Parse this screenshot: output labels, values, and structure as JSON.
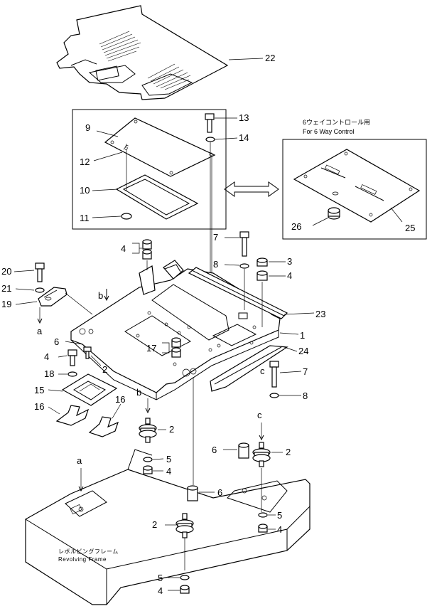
{
  "diagram": {
    "callouts": [
      {
        "id": "c22",
        "text": "22"
      },
      {
        "id": "c9",
        "text": "9"
      },
      {
        "id": "c12",
        "text": "12"
      },
      {
        "id": "c10",
        "text": "10"
      },
      {
        "id": "c11",
        "text": "11"
      },
      {
        "id": "c13",
        "text": "13"
      },
      {
        "id": "c14",
        "text": "14"
      },
      {
        "id": "c26",
        "text": "26"
      },
      {
        "id": "c25",
        "text": "25"
      },
      {
        "id": "c7a",
        "text": "7"
      },
      {
        "id": "c8a",
        "text": "8"
      },
      {
        "id": "c3",
        "text": "3"
      },
      {
        "id": "c4a",
        "text": "4"
      },
      {
        "id": "c4b",
        "text": "4"
      },
      {
        "id": "c20",
        "text": "20"
      },
      {
        "id": "c21",
        "text": "21"
      },
      {
        "id": "c19",
        "text": "19"
      },
      {
        "id": "c23",
        "text": "23"
      },
      {
        "id": "c1",
        "text": "1"
      },
      {
        "id": "c24",
        "text": "24"
      },
      {
        "id": "c6a",
        "text": "6"
      },
      {
        "id": "c4c",
        "text": "4"
      },
      {
        "id": "c17",
        "text": "17"
      },
      {
        "id": "c2a",
        "text": "2"
      },
      {
        "id": "c18",
        "text": "18"
      },
      {
        "id": "c7b",
        "text": "7"
      },
      {
        "id": "c8b",
        "text": "8"
      },
      {
        "id": "c15",
        "text": "15"
      },
      {
        "id": "c16a",
        "text": "16"
      },
      {
        "id": "c16b",
        "text": "16"
      },
      {
        "id": "c2b",
        "text": "2"
      },
      {
        "id": "c6b",
        "text": "6"
      },
      {
        "id": "c2c",
        "text": "2"
      },
      {
        "id": "c5a",
        "text": "5"
      },
      {
        "id": "c4d",
        "text": "4"
      },
      {
        "id": "c6c",
        "text": "6"
      },
      {
        "id": "c2d",
        "text": "2"
      },
      {
        "id": "c5b",
        "text": "5"
      },
      {
        "id": "c4e",
        "text": "4"
      },
      {
        "id": "c5c",
        "text": "5"
      },
      {
        "id": "c4f",
        "text": "4"
      }
    ],
    "ref_letters": {
      "a_top": "a",
      "a_bottom": "a",
      "b_top": "b",
      "b_bottom": "b",
      "c_top": "c",
      "c_bottom": "c"
    },
    "inset": {
      "jp_label": "6ウェイコントロール用",
      "en_label": "For 6 Way Control"
    },
    "frame": {
      "jp_label": "レボルビングフレーム",
      "en_label": "Revolving  Frame"
    }
  }
}
